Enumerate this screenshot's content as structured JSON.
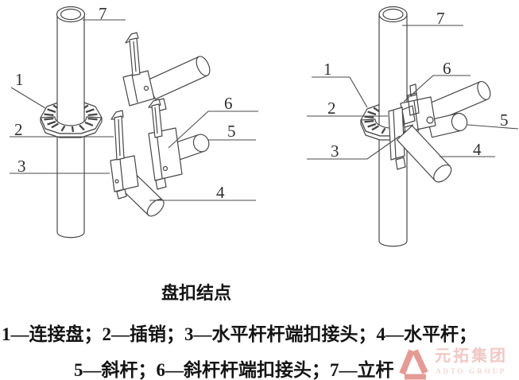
{
  "figure": {
    "caption": "盘扣结点",
    "legend_line1": "1—连接盘；2—插销；3—水平杆杆端扣接头；4—水平杆；",
    "legend_line2": "5—斜杆；6—斜杆杆端扣接头；7—立杆",
    "parts": [
      {
        "num": "1",
        "name": "连接盘"
      },
      {
        "num": "2",
        "name": "插销"
      },
      {
        "num": "3",
        "name": "水平杆杆端扣接头"
      },
      {
        "num": "4",
        "name": "水平杆"
      },
      {
        "num": "5",
        "name": "斜杆"
      },
      {
        "num": "6",
        "name": "斜杆杆端扣接头"
      },
      {
        "num": "7",
        "name": "立杆"
      }
    ]
  },
  "labels": {
    "n1": "1",
    "n2": "2",
    "n3": "3",
    "n4": "4",
    "n5": "5",
    "n6": "6",
    "n7": "7"
  },
  "watermark": {
    "brand": "元拓集团",
    "brand_en": "ADTO GROUP",
    "logo_color": "#e59b95",
    "text_color": "#f0c8c5",
    "text_color_en": "#f3d6d3"
  },
  "colors": {
    "line": "#474747",
    "wedge_green": "#aec09a",
    "wedge_green_dark": "#839c6e"
  }
}
